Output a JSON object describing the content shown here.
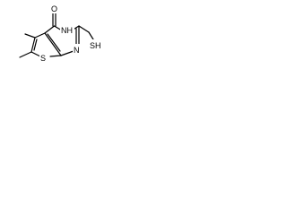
{
  "molecule": {
    "atoms": {
      "oxygen": "O",
      "nh": "NH",
      "n": "N",
      "s_ring": "S",
      "sh": "SH"
    }
  }
}
